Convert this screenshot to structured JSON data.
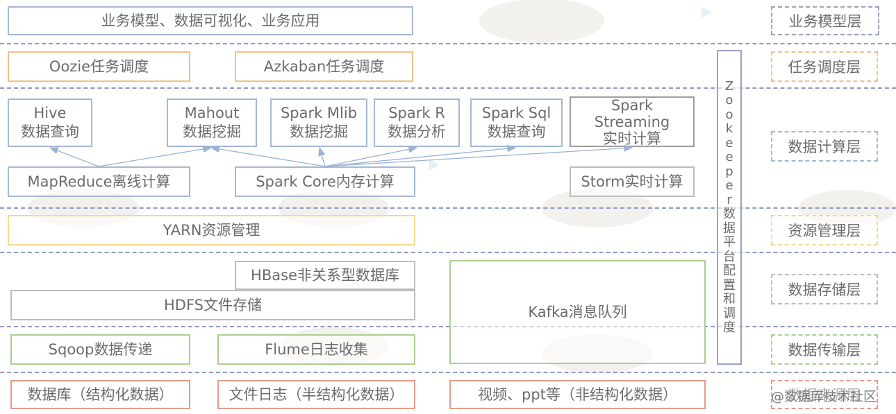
{
  "rows": {
    "business": {
      "line1": "业务模型、数据可视化、业务应用"
    },
    "scheduling": {
      "oozie": "Oozie任务调度",
      "azkaban": "Azkaban任务调度"
    },
    "compute_apps": {
      "hive": [
        "Hive",
        "数据查询"
      ],
      "mahout": [
        "Mahout",
        "数据挖掘"
      ],
      "spark_mlib": [
        "Spark Mlib",
        "数据挖掘"
      ],
      "spark_r": [
        "Spark R",
        "数据分析"
      ],
      "spark_sql": [
        "Spark Sql",
        "数据查询"
      ],
      "spark_streaming": [
        "Spark",
        "Streaming",
        "实时计算"
      ]
    },
    "compute_engines": {
      "mapreduce": "MapReduce离线计算",
      "spark_core": "Spark Core内存计算",
      "storm": "Storm实时计算"
    },
    "resource": {
      "yarn": "YARN资源管理"
    },
    "storage": {
      "hbase": "HBase非关系型数据库",
      "hdfs": "HDFS文件存储",
      "kafka": "Kafka消息队列"
    },
    "transfer": {
      "sqoop": "Sqoop数据传递",
      "flume": "Flume日志收集"
    },
    "sources": {
      "db": "数据库（结构化数据）",
      "log": "文件日志（半结构化数据）",
      "video": "视频、ppt等（非结构化数据）"
    }
  },
  "zookeeper": [
    "Z",
    "o",
    "o",
    "k",
    "e",
    "e",
    "p",
    "e",
    "r",
    "数",
    "据",
    "平",
    "台",
    "配",
    "置",
    "和",
    "调",
    "度"
  ],
  "layers": {
    "business": "业务模型层",
    "scheduling": "任务调度层",
    "compute": "数据计算层",
    "resource": "资源管理层",
    "storage": "数据存储层",
    "transfer": "数据传输层",
    "source": "数据来源层"
  },
  "credit": "@数据库技术社区",
  "colors": {
    "blue": "#a4b8d6",
    "orange": "#f4c08a",
    "yellow": "#f5d98e",
    "green": "#a9cf92",
    "gray": "#bdbdbd",
    "red": "#e89a8a",
    "purple": "#9aa0c4",
    "separator": "#8f98c4",
    "arrow": "#9bb3d3"
  }
}
